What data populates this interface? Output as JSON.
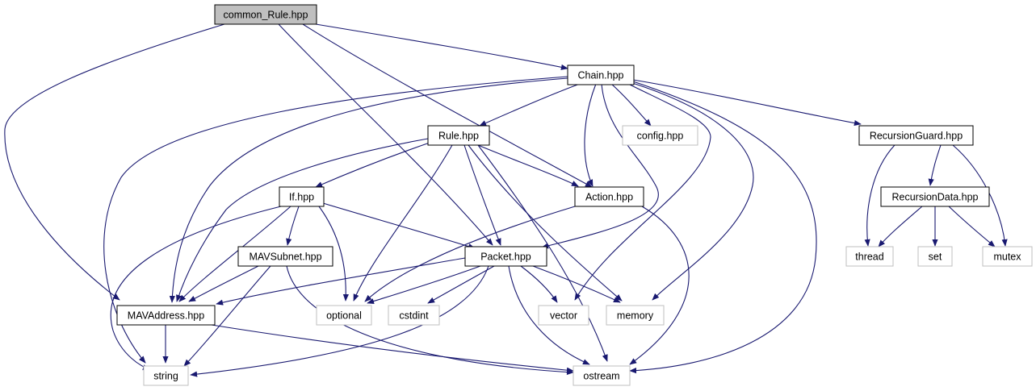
{
  "colors": {
    "edge": "#191970",
    "local_border": "#000000",
    "external_border": "#bfbfbf",
    "root_fill": "#bfbfbf",
    "node_fill": "#ffffff"
  },
  "nodes": {
    "common_rule": {
      "label": "common_Rule.hpp",
      "kind": "root"
    },
    "chain": {
      "label": "Chain.hpp",
      "kind": "local"
    },
    "rule": {
      "label": "Rule.hpp",
      "kind": "local"
    },
    "config": {
      "label": "config.hpp",
      "kind": "external"
    },
    "recursion_guard": {
      "label": "RecursionGuard.hpp",
      "kind": "local"
    },
    "if": {
      "label": "If.hpp",
      "kind": "local"
    },
    "action": {
      "label": "Action.hpp",
      "kind": "local"
    },
    "recursion_data": {
      "label": "RecursionData.hpp",
      "kind": "local"
    },
    "mav_subnet": {
      "label": "MAVSubnet.hpp",
      "kind": "local"
    },
    "packet": {
      "label": "Packet.hpp",
      "kind": "local"
    },
    "thread": {
      "label": "thread",
      "kind": "external"
    },
    "set": {
      "label": "set",
      "kind": "external"
    },
    "mutex": {
      "label": "mutex",
      "kind": "external"
    },
    "mav_address": {
      "label": "MAVAddress.hpp",
      "kind": "local"
    },
    "optional": {
      "label": "optional",
      "kind": "external"
    },
    "cstdint": {
      "label": "cstdint",
      "kind": "external"
    },
    "vector": {
      "label": "vector",
      "kind": "external"
    },
    "memory": {
      "label": "memory",
      "kind": "external"
    },
    "string": {
      "label": "string",
      "kind": "external"
    },
    "ostream": {
      "label": "ostream",
      "kind": "external"
    }
  },
  "edges": [
    {
      "from": "common_rule",
      "to": "chain"
    },
    {
      "from": "common_rule",
      "to": "action"
    },
    {
      "from": "common_rule",
      "to": "packet"
    },
    {
      "from": "common_rule",
      "to": "mav_address"
    },
    {
      "from": "chain",
      "to": "rule"
    },
    {
      "from": "chain",
      "to": "config"
    },
    {
      "from": "chain",
      "to": "recursion_guard"
    },
    {
      "from": "chain",
      "to": "action"
    },
    {
      "from": "chain",
      "to": "packet"
    },
    {
      "from": "chain",
      "to": "mav_address"
    },
    {
      "from": "chain",
      "to": "vector"
    },
    {
      "from": "chain",
      "to": "memory"
    },
    {
      "from": "chain",
      "to": "string"
    },
    {
      "from": "chain",
      "to": "ostream"
    },
    {
      "from": "rule",
      "to": "if"
    },
    {
      "from": "rule",
      "to": "action"
    },
    {
      "from": "rule",
      "to": "packet"
    },
    {
      "from": "rule",
      "to": "mav_address"
    },
    {
      "from": "rule",
      "to": "optional"
    },
    {
      "from": "rule",
      "to": "memory"
    },
    {
      "from": "rule",
      "to": "ostream"
    },
    {
      "from": "recursion_guard",
      "to": "recursion_data"
    },
    {
      "from": "recursion_guard",
      "to": "thread"
    },
    {
      "from": "recursion_guard",
      "to": "mutex"
    },
    {
      "from": "recursion_data",
      "to": "thread"
    },
    {
      "from": "recursion_data",
      "to": "set"
    },
    {
      "from": "recursion_data",
      "to": "mutex"
    },
    {
      "from": "if",
      "to": "mav_subnet"
    },
    {
      "from": "if",
      "to": "packet"
    },
    {
      "from": "if",
      "to": "mav_address"
    },
    {
      "from": "if",
      "to": "optional"
    },
    {
      "from": "if",
      "to": "string"
    },
    {
      "from": "action",
      "to": "optional"
    },
    {
      "from": "action",
      "to": "ostream"
    },
    {
      "from": "mav_subnet",
      "to": "mav_address"
    },
    {
      "from": "mav_subnet",
      "to": "string"
    },
    {
      "from": "mav_subnet",
      "to": "ostream"
    },
    {
      "from": "packet",
      "to": "mav_address"
    },
    {
      "from": "packet",
      "to": "optional"
    },
    {
      "from": "packet",
      "to": "cstdint"
    },
    {
      "from": "packet",
      "to": "vector"
    },
    {
      "from": "packet",
      "to": "memory"
    },
    {
      "from": "packet",
      "to": "string"
    },
    {
      "from": "packet",
      "to": "ostream"
    },
    {
      "from": "mav_address",
      "to": "string"
    },
    {
      "from": "mav_address",
      "to": "ostream"
    }
  ]
}
